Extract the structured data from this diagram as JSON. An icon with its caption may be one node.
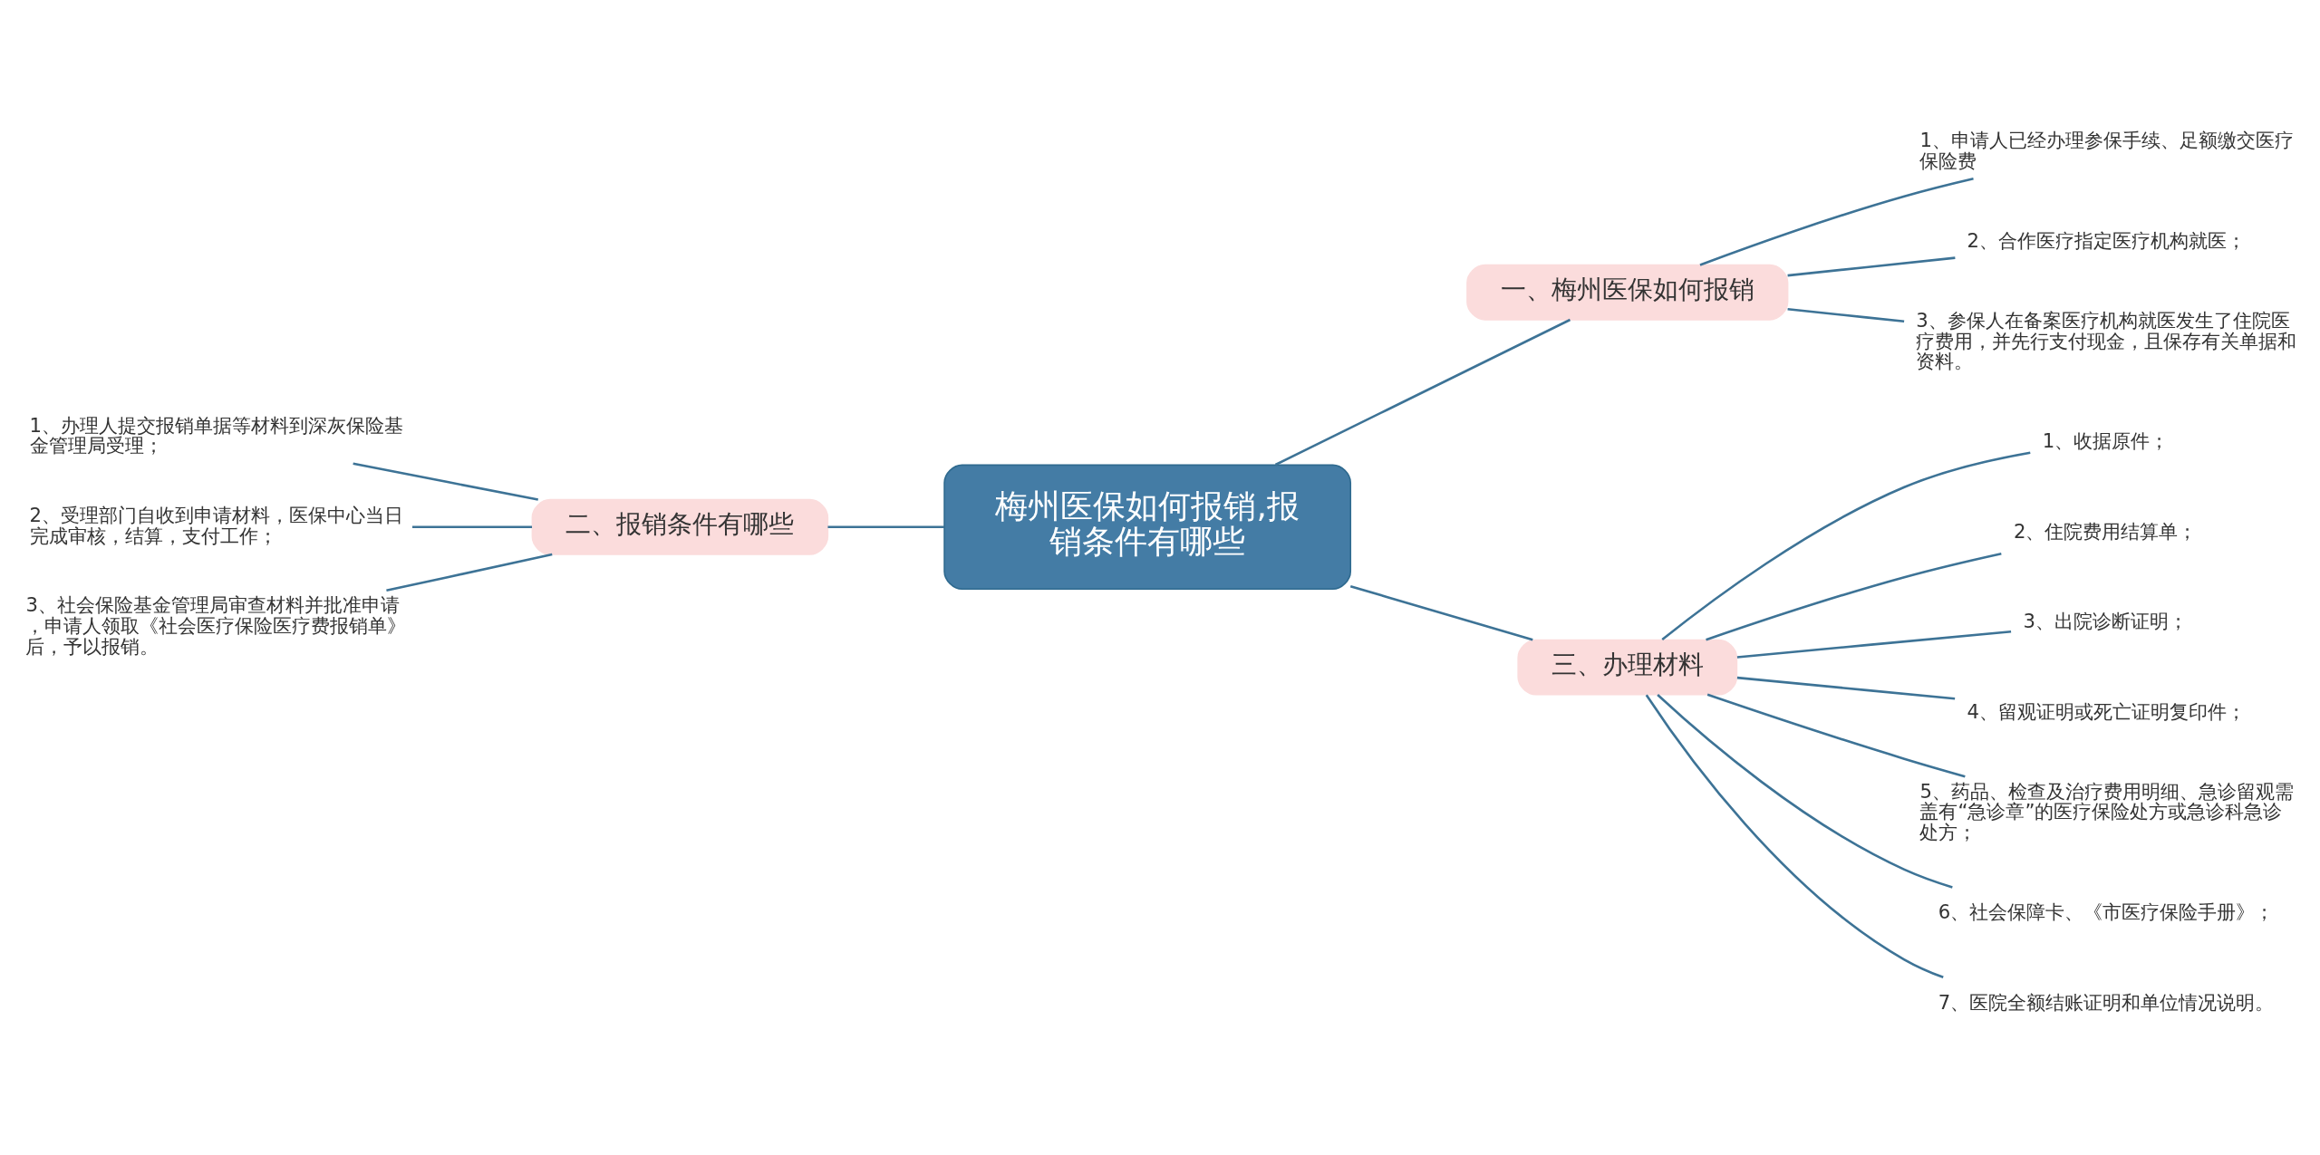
{
  "diagram": {
    "nodes": [
      {
        "text": [
          "梅州医保如何报销,报销条件有哪些"
        ]
      },
      {
        "text": [
          "一、梅州医保如何报销"
        ]
      },
      {
        "text": [
          "1、申请人已经办理参保手续、足额缴交医疗保险费"
        ]
      },
      {
        "text": [
          "2、合作医疗指定医疗机构就医；"
        ]
      },
      {
        "text": [
          "3、参保人在备案医疗机构就医发生了住院医疗费用，并先行支付现金，且保存有关单据和资料。"
        ]
      },
      {
        "text": [
          "二、报销条件有哪些"
        ]
      },
      {
        "text": [
          "1、办理人提交报销单据等材料到深灰保险基金管理局受理；"
        ]
      },
      {
        "text": [
          "2、受理部门自收到申请材料，医保中心当日完成审核，结算，支付工作；"
        ]
      },
      {
        "text": [
          "3、社会保险基金管理局审查材料并批准申请，申请人领取《社会医疗保险医疗费报销单》后，予以报销。"
        ]
      },
      {
        "text": [
          "三、办理材料"
        ]
      },
      {
        "text": [
          "1、收据原件；"
        ]
      },
      {
        "text": [
          "2、住院费用结算单；"
        ]
      },
      {
        "text": [
          "3、出院诊断证明；"
        ]
      },
      {
        "text": [
          "4、留观证明或死亡证明复印件；"
        ]
      },
      {
        "text": [
          "5、药品、检查及治疗费用明细、急诊留观需盖有“急诊章”的医疗保险处方或急诊科急诊处方；"
        ]
      },
      {
        "text": [
          "6、社会保障卡、《市医疗保险手册》；"
        ]
      },
      {
        "text": [
          "7、医院全额结账证明和单位情况说明。"
        ]
      }
    ],
    "edges": [
      {
        "from": 0,
        "to": 1,
        "arrow": "none"
      },
      {
        "from": 1,
        "to": 2,
        "arrow": "none"
      },
      {
        "from": 1,
        "to": 3,
        "arrow": "none"
      },
      {
        "from": 1,
        "to": 4,
        "arrow": "none"
      },
      {
        "from": 0,
        "to": 5,
        "arrow": "none"
      },
      {
        "from": 5,
        "to": 6,
        "arrow": "none"
      },
      {
        "from": 5,
        "to": 7,
        "arrow": "none"
      },
      {
        "from": 5,
        "to": 8,
        "arrow": "none"
      },
      {
        "from": 0,
        "to": 9,
        "arrow": "none"
      },
      {
        "from": 9,
        "to": 10,
        "arrow": "none"
      },
      {
        "from": 9,
        "to": 11,
        "arrow": "none"
      },
      {
        "from": 9,
        "to": 12,
        "arrow": "none"
      },
      {
        "from": 9,
        "to": 13,
        "arrow": "none"
      },
      {
        "from": 9,
        "to": 14,
        "arrow": "none"
      },
      {
        "from": 9,
        "to": 15,
        "arrow": "none"
      },
      {
        "from": 9,
        "to": 16,
        "arrow": "none"
      }
    ]
  }
}
